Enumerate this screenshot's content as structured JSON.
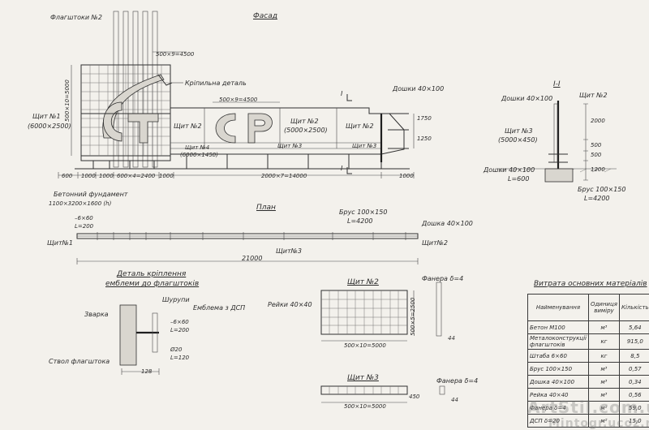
{
  "facade": {
    "title": "Фасад",
    "flagpoles_label": "Флагштоки №2",
    "pole_dim": "500×9=4500",
    "fastening_label": "Кріпильна деталь",
    "shield1_label": "Щит №1\n(6000×2500)",
    "shield1_line1": "Щит №1",
    "shield1_line2": "(6000×2500)",
    "vertical_dim": "500×10=5000",
    "shield2_label_a": "Щит №2",
    "letters_dim": "500×9=4500",
    "shield2_center_line1": "Щит №2",
    "shield2_center_line2": "(5000×2500)",
    "shield2_label_b": "Щит №2",
    "shield4_label": "Щит №4",
    "shield4_dim": "(6000×1450)",
    "shield3_label_a": "Щит №3",
    "shield3_label_b": "Щит №3",
    "boards_label": "Дошки 40×100",
    "section_mark": "I",
    "right_dims": [
      "1750",
      "1250"
    ],
    "bottom_dims": [
      "600",
      "1000",
      "1000",
      "600×4=2400",
      "1000",
      "2000×7=14000",
      "1000"
    ],
    "foundation_label": "Бетонний фундамент",
    "foundation_dim": "1100×3200×1600 (h)"
  },
  "section": {
    "title": "I-I",
    "boards_top": "Дошки 40×100",
    "shield2": "Щит №2",
    "shield3_line1": "Щит №3",
    "shield3_line2": "(5000×450)",
    "boards_bottom_line1": "Дошки 40×100",
    "boards_bottom_line2": "L=600",
    "beam_line1": "Брус 100×150",
    "beam_line2": "L=4200",
    "dims": [
      "2000",
      "500",
      "500",
      "1200"
    ]
  },
  "plan": {
    "title": "План",
    "strip_line1": "–6×60",
    "strip_line2": "L=200",
    "beam_line1": "Брус 100×150",
    "beam_line2": "L=4200",
    "board": "Дошка 40×100",
    "shield1": "Щит№1",
    "shield2": "Щит№2",
    "shield3": "Щит№3",
    "length": "21000"
  },
  "detail": {
    "title_line1": "Деталь кріплення",
    "title_line2": "емблеми до флагштоків",
    "screws": "Шурупи",
    "emblem": "Емблема з ДСП",
    "welding": "Зварка",
    "strip_line1": "–6×60",
    "strip_line2": "L=200",
    "rod_line1": "Ø20",
    "rod_line2": "L=120",
    "pole": "Ствол флагштока",
    "dim": "128"
  },
  "shield2_view": {
    "title": "Щит №2",
    "rails": "Рейки 40×40",
    "plywood": "Фанера δ=4",
    "dim_h": "500×10=5000",
    "dim_v": "500×5=2500",
    "side_dim": "44"
  },
  "shield3_view": {
    "title": "Щит №3",
    "plywood": "Фанера δ=4",
    "dim_h": "500×10=5000",
    "dim_v": "450",
    "side_dim": "44"
  },
  "materials": {
    "title": "Витрата основних матеріалів",
    "headers": [
      "Найменування",
      "Одиниця виміру",
      "Кількість"
    ],
    "rows": [
      {
        "name": "Бетон М100",
        "unit": "м³",
        "qty": "5,64"
      },
      {
        "name": "Металоконструкції флагштоків",
        "unit": "кг",
        "qty": "915,0"
      },
      {
        "name": "Штаба 6×60",
        "unit": "кг",
        "qty": "8,5"
      },
      {
        "name": "Брус 100×150",
        "unit": "м³",
        "qty": "0,57"
      },
      {
        "name": "Дошка 40×100",
        "unit": "м³",
        "qty": "0,34"
      },
      {
        "name": "Рейка 40×40",
        "unit": "м³",
        "qty": "0,56"
      },
      {
        "name": "Фанера δ=4",
        "unit": "м²",
        "qty": "59,0"
      },
      {
        "name": "ДСП δ=20",
        "unit": "м²",
        "qty": "15,0"
      }
    ]
  },
  "watermark": {
    "line1": "ArtStil.com.ua",
    "line2": "Mintogr.ucoz.ru"
  }
}
